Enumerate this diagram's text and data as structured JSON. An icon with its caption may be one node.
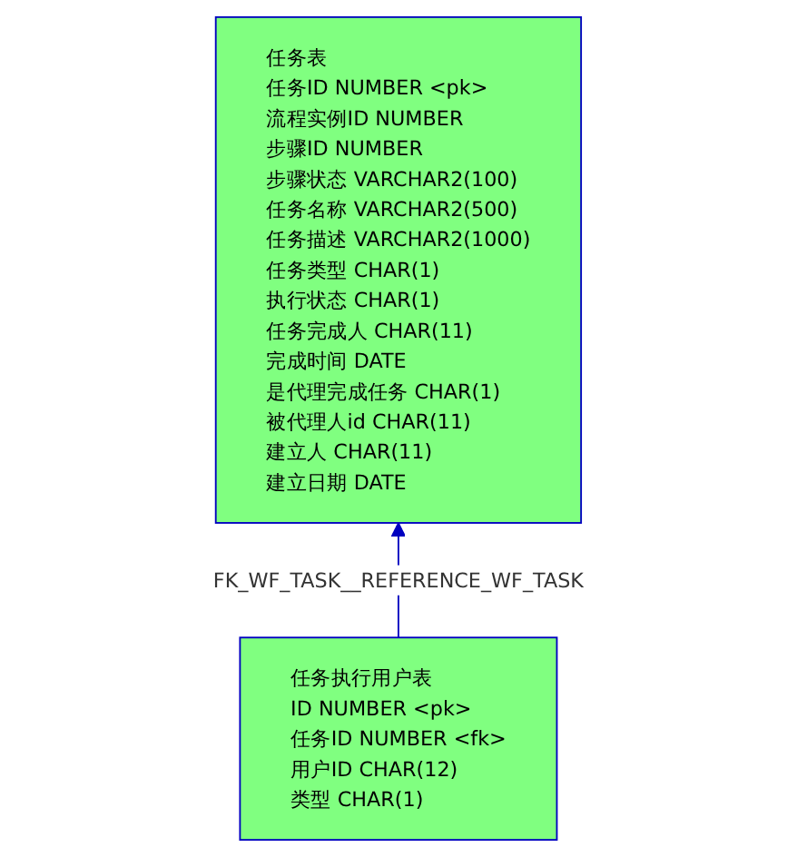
{
  "diagram": {
    "nodes": [
      {
        "text": [
          "任务表",
          "任务ID NUMBER <pk>",
          "流程实例ID NUMBER",
          "步骤ID NUMBER",
          "步骤状态 VARCHAR2(100)",
          "任务名称 VARCHAR2(500)",
          "任务描述 VARCHAR2(1000)",
          "任务类型 CHAR(1)",
          "执行状态 CHAR(1)",
          "任务完成人 CHAR(11)",
          "完成时间 DATE",
          "是代理完成任务 CHAR(1)",
          "被代理人id CHAR(11)",
          "建立人 CHAR(11)",
          "建立日期 DATE"
        ]
      },
      {
        "text": [
          "任务执行用户表",
          "ID NUMBER <pk>",
          "任务ID NUMBER <fk>",
          "用户ID CHAR(12)",
          "类型 CHAR(1)"
        ]
      }
    ],
    "edges": [
      {
        "from": 1,
        "to": 0,
        "arrow": "to",
        "label": "FK_WF_TASK__REFERENCE_WF_TASK"
      }
    ]
  }
}
